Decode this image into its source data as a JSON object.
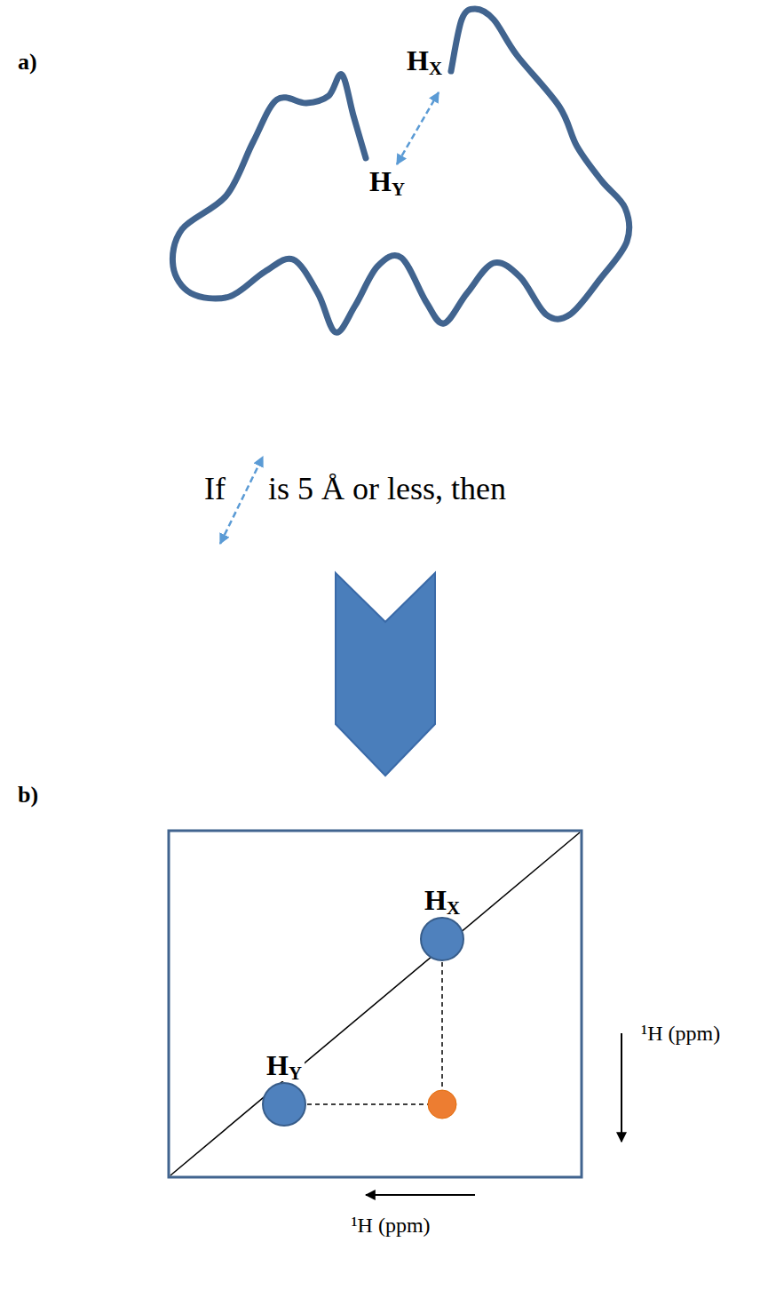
{
  "diagram": {
    "nodes": [
      {
        "text": [
          "HX"
        ]
      },
      {
        "text": [
          "HY"
        ]
      }
    ],
    "labels": [
      "a)",
      "HX",
      "HY",
      "If",
      "is 5 Å or less, then",
      "b)",
      "¹H (ppm)",
      "¹H (ppm)"
    ]
  }
}
